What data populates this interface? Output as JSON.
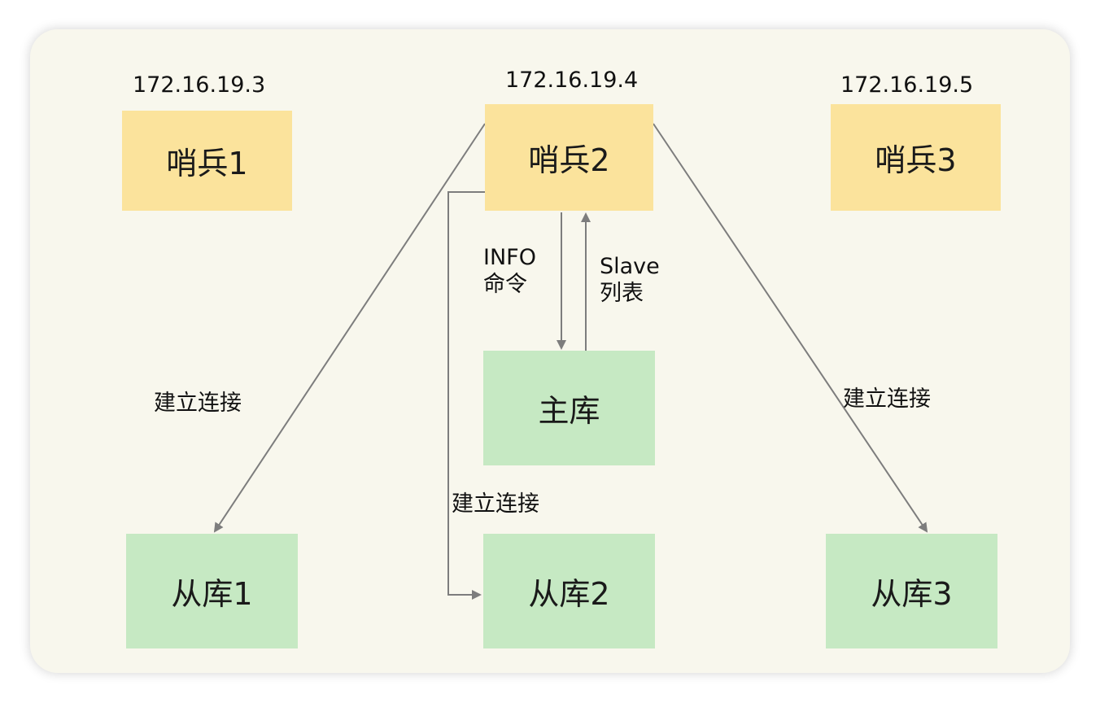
{
  "sentinels": [
    {
      "ip": "172.16.19.3",
      "name": "哨兵1"
    },
    {
      "ip": "172.16.19.4",
      "name": "哨兵2"
    },
    {
      "ip": "172.16.19.5",
      "name": "哨兵3"
    }
  ],
  "master": {
    "name": "主库"
  },
  "replicas": [
    {
      "name": "从库1"
    },
    {
      "name": "从库2"
    },
    {
      "name": "从库3"
    }
  ],
  "labels": {
    "info_line1": "INFO",
    "info_line2": "命令",
    "slave_line1": "Slave",
    "slave_line2": "列表",
    "connect_left": "建立连接",
    "connect_mid": "建立连接",
    "connect_right": "建立连接"
  },
  "colors": {
    "sentinel_fill": "#fbe39c",
    "database_fill": "#c6e9c3",
    "edge": "#7d7d7d",
    "background": "#f8f7ed"
  }
}
